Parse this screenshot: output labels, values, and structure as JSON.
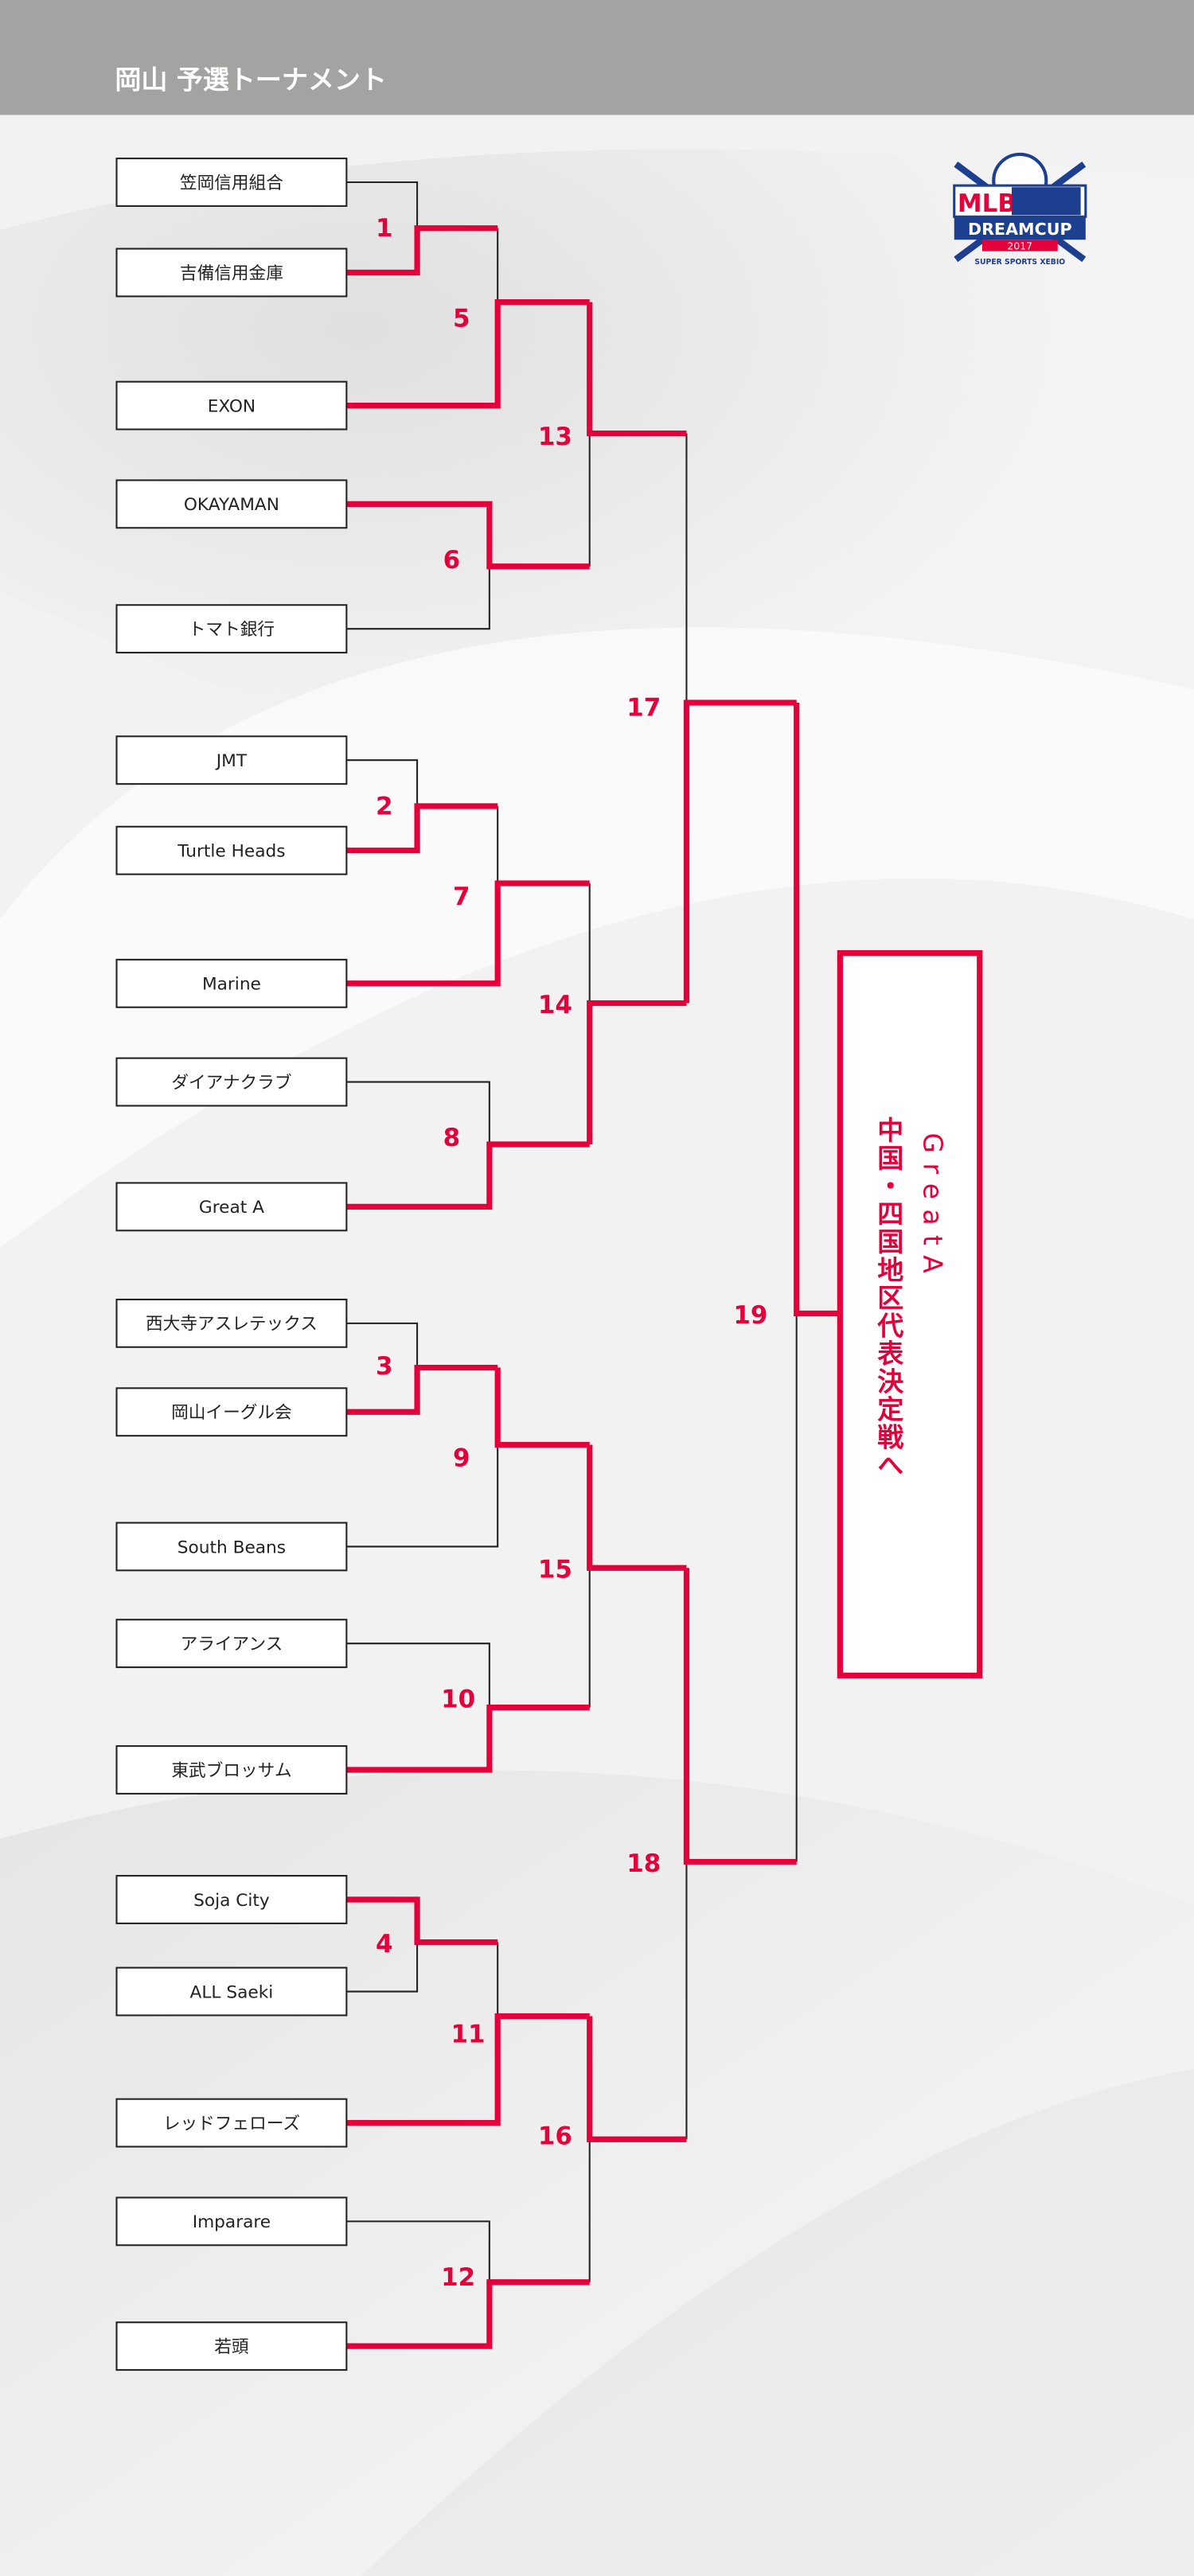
{
  "header": {
    "title": "岡山 予選トーナメント"
  },
  "logo": {
    "line1": "MLB",
    "line2": "DREAMCUP",
    "year": "2017",
    "sponsor": "SUPER SPORTS XEBIO"
  },
  "teams": [
    "笠岡信用組合",
    "吉備信用金庫",
    "EXON",
    "OKAYAMAN",
    "トマト銀行",
    "JMT",
    "Turtle Heads",
    "Marine",
    "ダイアナクラブ",
    "Great A",
    "西大寺アスレテックス",
    "岡山イーグル会",
    "South Beans",
    "アライアンス",
    "東武ブロッサム",
    "Soja City",
    "ALL Saeki",
    "レッドフェローズ",
    "Imparare",
    "若頭"
  ],
  "matches": [
    "1",
    "2",
    "3",
    "4",
    "5",
    "6",
    "7",
    "8",
    "9",
    "10",
    "11",
    "12",
    "13",
    "14",
    "15",
    "16",
    "17",
    "18",
    "19"
  ],
  "result": {
    "winner": "GreatA",
    "destination": "中国・四国地区代表決定戦へ"
  },
  "colors": {
    "accent": "#e4003a",
    "header": "#a3a3a2",
    "line": "#222222"
  }
}
